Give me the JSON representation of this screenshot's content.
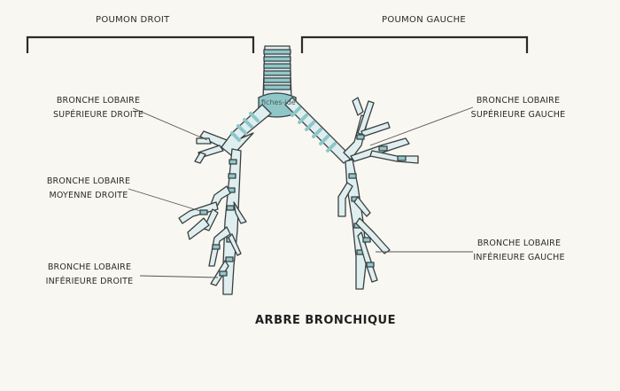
{
  "header": {
    "right_lung": "POUMON DROIT",
    "left_lung": "POUMON GAUCHE"
  },
  "labels": {
    "upper_right": [
      "BRONCHE LOBAIRE",
      "SUPÉRIEURE DROITE"
    ],
    "middle_right": [
      "BRONCHE LOBAIRE",
      "MOYENNE DROITE"
    ],
    "lower_right": [
      "BRONCHE LOBAIRE",
      "INFÉRIEURE DROITE"
    ],
    "upper_left": [
      "BRONCHE LOBAIRE",
      "SUPÉRIEURE GAUCHE"
    ],
    "lower_left": [
      "BRONCHE LOBAIRE",
      "INFÉRIEURE GAUCHE"
    ]
  },
  "watermark": "fiches-ide",
  "title": "ARBRE BRONCHIQUE",
  "colors": {
    "background": "#f8f7f1",
    "bronchus_fill": "#dfeeef",
    "cartilage": "#8fc7c9",
    "outline": "#3a3f40"
  }
}
